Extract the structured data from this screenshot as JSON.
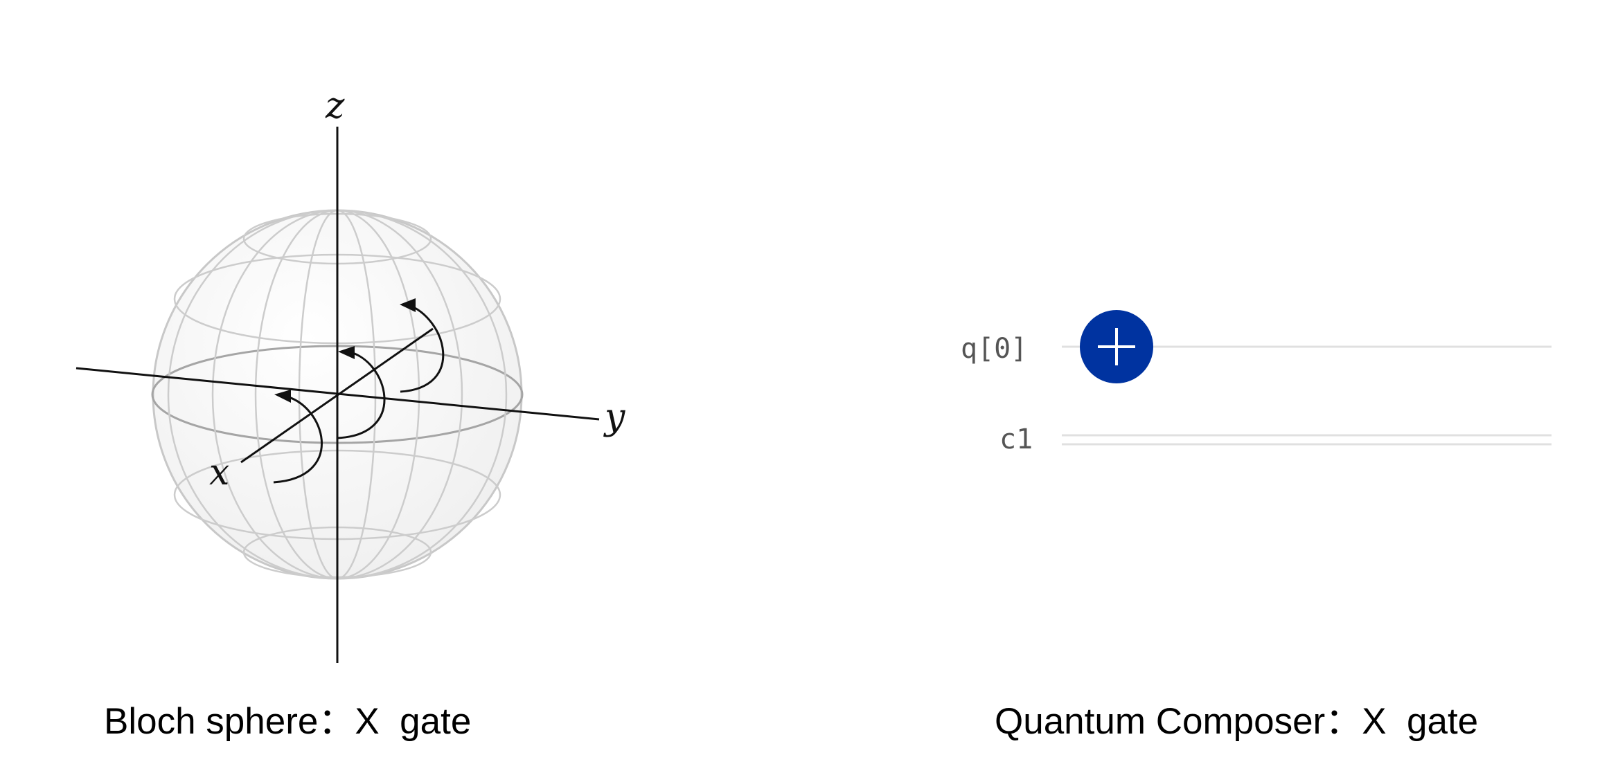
{
  "bloch_sphere": {
    "axis_labels": {
      "x": "x",
      "y": "y",
      "z": "z"
    },
    "caption": "Bloch sphere：X  gate"
  },
  "composer": {
    "qubit_label": "q[0]",
    "classical_label": "c1",
    "gate": {
      "name": "X",
      "icon": "plus-icon",
      "color": "#0033a0"
    },
    "caption": "Quantum Composer：X  gate"
  }
}
